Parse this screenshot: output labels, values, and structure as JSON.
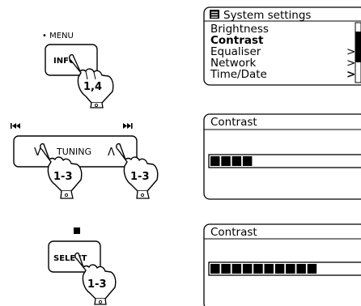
{
  "buttons": {
    "info": {
      "top_label": "• MENU",
      "label": "INFO",
      "step": "1,4"
    },
    "tuning": {
      "prev_icon": "skip-back-icon",
      "next_icon": "skip-forward-icon",
      "down_symbol": "V",
      "label": "TUNING",
      "up_symbol": "Λ",
      "step_left": "1-3",
      "step_right": "1-3"
    },
    "select": {
      "top_icon": "stop-square-icon",
      "label": "SELECT",
      "step": "1-3"
    }
  },
  "screens": {
    "system_settings": {
      "title": "System settings",
      "items": [
        {
          "label": "Brightness",
          "selected": false,
          "arrow": ""
        },
        {
          "label": "Contrast",
          "selected": true,
          "arrow": ""
        },
        {
          "label": "Equaliser",
          "selected": false,
          "arrow": ">"
        },
        {
          "label": "Network",
          "selected": false,
          "arrow": ">"
        },
        {
          "label": "Time/Date",
          "selected": false,
          "arrow": ">"
        }
      ]
    },
    "contrast_low": {
      "title": "Contrast",
      "level_segments": 4
    },
    "contrast_high": {
      "title": "Contrast",
      "level_segments": 10
    }
  }
}
